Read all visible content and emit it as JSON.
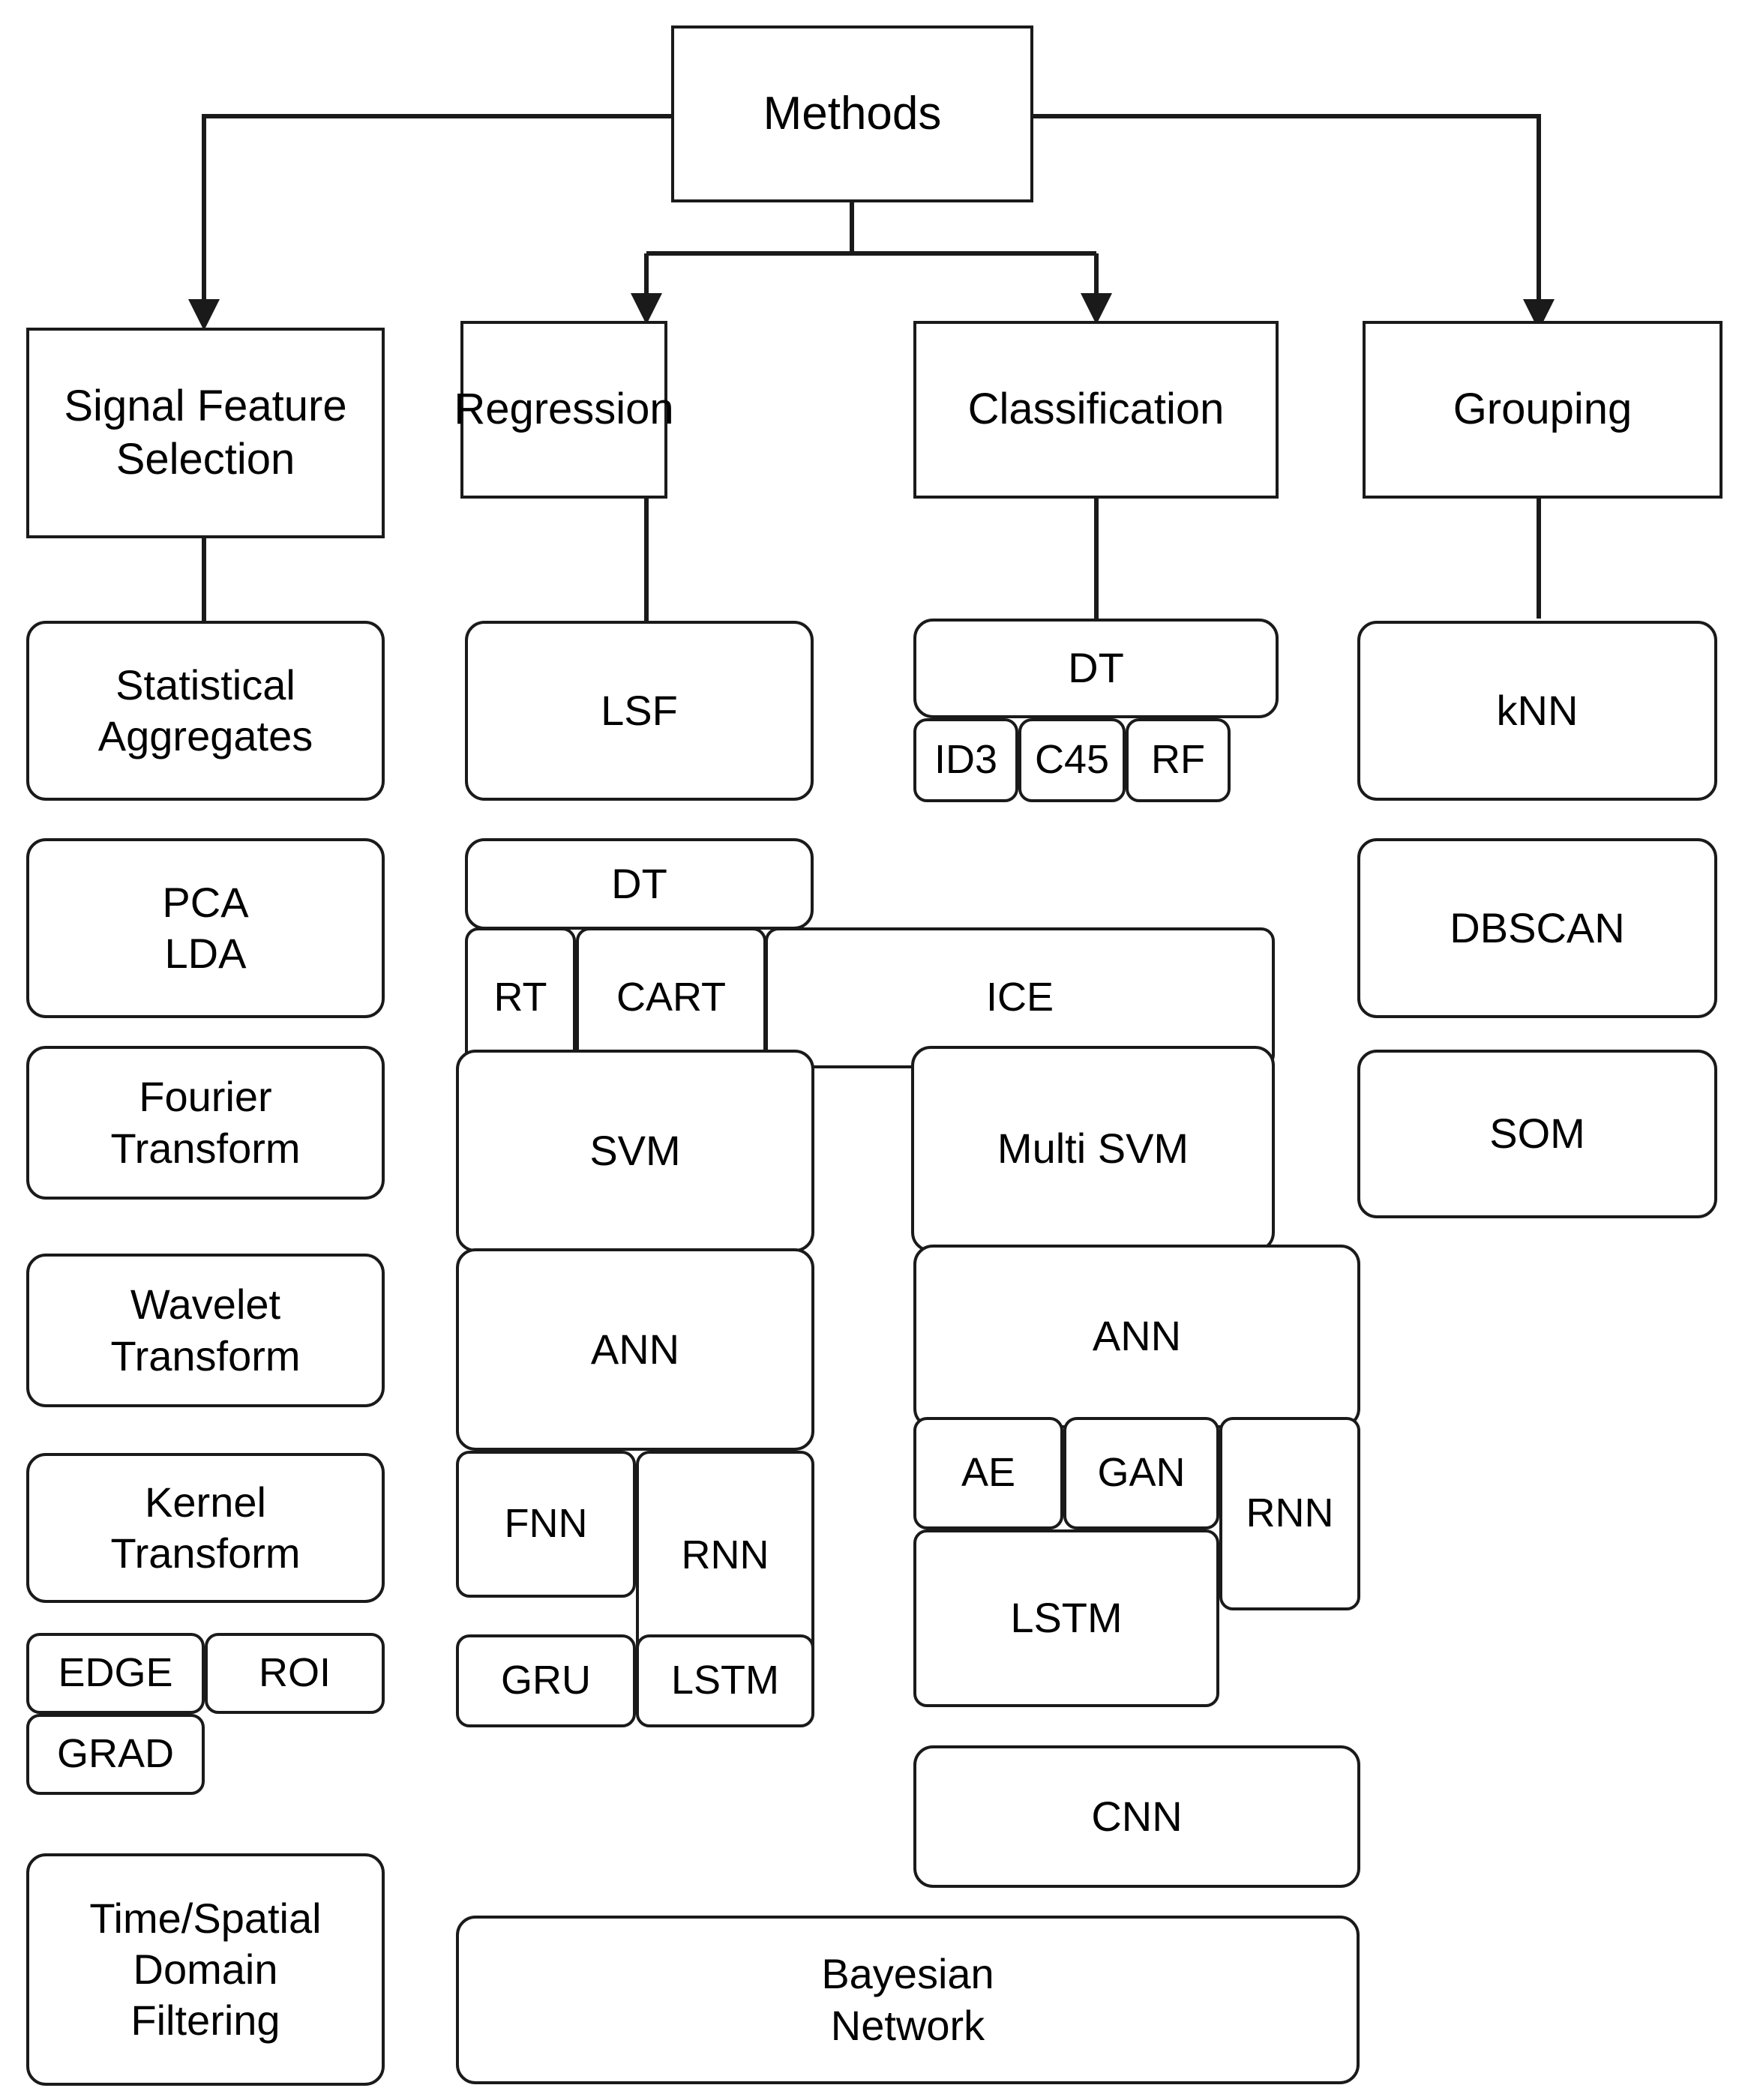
{
  "diagram": {
    "title": "Methods",
    "root": {
      "label": "Methods"
    },
    "branches": [
      {
        "label": "Signal Feature Selection"
      },
      {
        "label": "Regression"
      },
      {
        "label": "Classification"
      },
      {
        "label": "Grouping"
      }
    ],
    "columns": {
      "signal_feature_selection": [
        {
          "label": "Statistical\nAggregates"
        },
        {
          "label": "PCA\nLDA"
        },
        {
          "label": "Fourier\nTransform"
        },
        {
          "label": "Wavelet\nTransform"
        },
        {
          "label": "Kernel\nTransform"
        },
        {
          "label": "EDGE"
        },
        {
          "label": "ROI"
        },
        {
          "label": "GRAD"
        },
        {
          "label": "Time/Spatial\nDomain\nFiltering"
        }
      ],
      "regression": [
        {
          "label": "LSF"
        },
        {
          "label": "DT"
        },
        {
          "label": "RT"
        },
        {
          "label": "CART"
        },
        {
          "label": "ICE"
        },
        {
          "label": "SVM"
        },
        {
          "label": "ANN"
        },
        {
          "label": "FNN"
        },
        {
          "label": "RNN"
        },
        {
          "label": "GRU"
        },
        {
          "label": "LSTM"
        }
      ],
      "classification": [
        {
          "label": "DT"
        },
        {
          "label": "ID3"
        },
        {
          "label": "C45"
        },
        {
          "label": "RF"
        },
        {
          "label": "Multi SVM"
        },
        {
          "label": "ANN"
        },
        {
          "label": "AE"
        },
        {
          "label": "GAN"
        },
        {
          "label": "RNN"
        },
        {
          "label": "LSTM"
        },
        {
          "label": "CNN"
        }
      ],
      "grouping": [
        {
          "label": "kNN"
        },
        {
          "label": "DBSCAN"
        },
        {
          "label": "SOM"
        }
      ],
      "shared": [
        {
          "label": "Bayesian\nNetwork"
        }
      ]
    },
    "colors": {
      "stroke": "#1a1a1a",
      "fill": "#ffffff",
      "text": "#000000"
    }
  }
}
